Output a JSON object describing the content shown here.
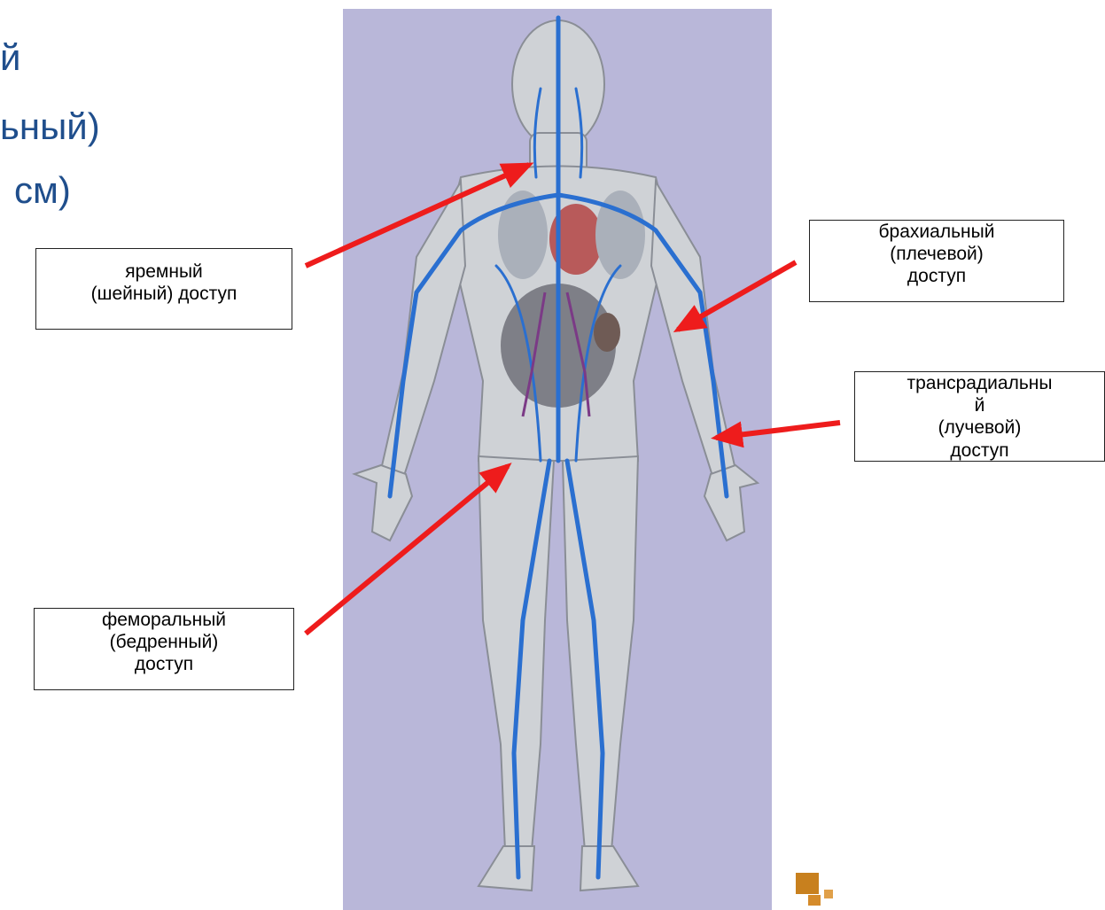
{
  "title_fragments": [
    "й",
    "ьный)",
    "см)"
  ],
  "labels": {
    "jugular": [
      "яремный",
      "(шейный) доступ"
    ],
    "brachial": [
      "брахиальный",
      "(плечевой)",
      "доступ"
    ],
    "transradial": [
      "трансрадиальны",
      "й",
      "(лучевой)",
      "доступ"
    ],
    "femoral": [
      "феморальный",
      "(бедренный)",
      "доступ"
    ]
  },
  "colors": {
    "title": "#1f4e8c",
    "panel_background": "#b9b7d9",
    "arrow": "#ee1c1c",
    "vein": "#2a6fd0",
    "artery": "#7b3a86",
    "body": "#cfd2d6",
    "heart": "#b85a5a"
  },
  "icons": [
    "cube-logo-icon"
  ]
}
